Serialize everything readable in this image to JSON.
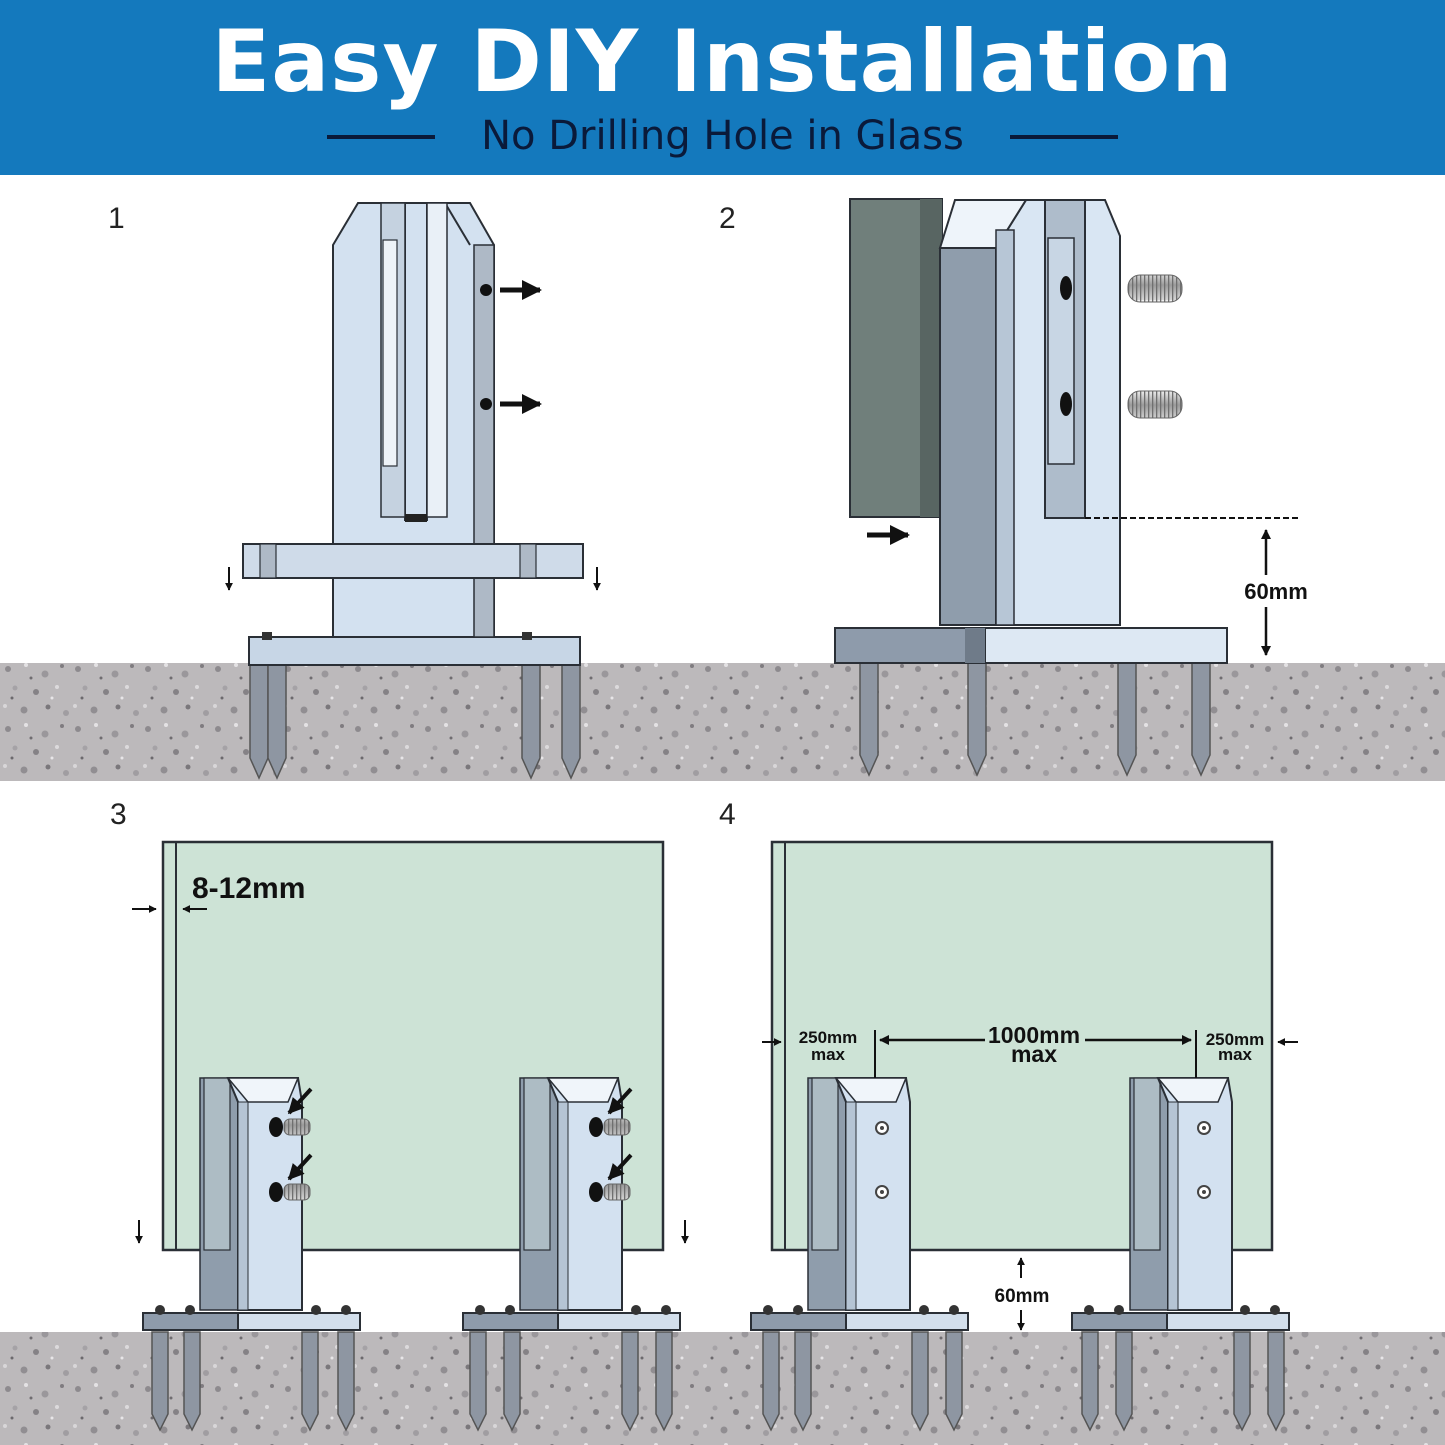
{
  "header": {
    "title": "Easy DIY Installation",
    "subtitle": "No Drilling Hole in Glass"
  },
  "colors": {
    "banner": "#1479bd",
    "glass": "#cde3d6",
    "metal_light": "#d3e1f0",
    "metal_mid": "#a8b8ca",
    "metal_dark": "#7f8d99",
    "concrete": "#b9b6b8"
  },
  "steps": [
    {
      "number": "1"
    },
    {
      "number": "2",
      "dimension": "60mm"
    },
    {
      "number": "3",
      "dimension": "8-12mm"
    },
    {
      "number": "4",
      "left_edge": "250mm",
      "left_edge_max": "max",
      "spacing": "1000mm",
      "spacing_max": "max",
      "right_edge": "250mm",
      "right_edge_max": "max",
      "gap": "60mm"
    }
  ]
}
